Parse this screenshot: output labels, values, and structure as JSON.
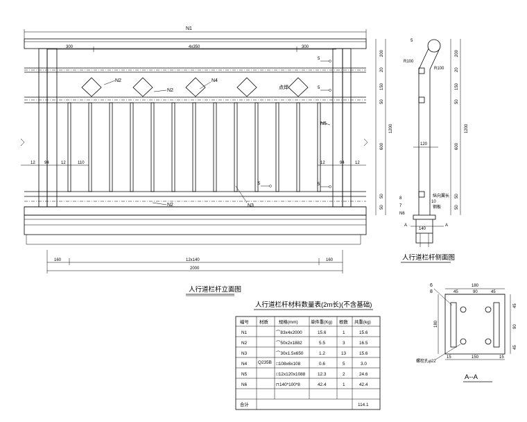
{
  "front_view": {
    "title": "人行道栏杆立面图",
    "top_label": "N1",
    "dims_top": [
      "300",
      "4x350",
      "300"
    ],
    "dims_bottom": [
      "160",
      "12x140",
      "160"
    ],
    "total_length": "2000",
    "right_dims": [
      "200",
      "20",
      "150",
      "50",
      "1200",
      "600",
      "50",
      "50"
    ],
    "left_dims": [
      "12",
      "94",
      "12",
      "110"
    ],
    "right_inner_dims": [
      "12",
      "94",
      "12"
    ],
    "callouts": [
      "N2",
      "N2",
      "N4",
      "N2",
      "N3",
      "N5",
      "5",
      "5",
      "5",
      "5",
      "5"
    ],
    "weld_label": "点焊"
  },
  "side_view": {
    "title": "人行道栏杆侧面图",
    "radius_labels": [
      "R100",
      "R100"
    ],
    "dims": [
      "200",
      "20",
      "150",
      "50",
      "1200",
      "600",
      "50",
      "50",
      "120",
      "140"
    ],
    "labels": [
      "纵向翼长",
      "钢板"
    ],
    "numbers": [
      "5",
      "8",
      "7",
      "N6",
      "10",
      "A",
      "A"
    ]
  },
  "section_view": {
    "title": "A--A",
    "top_dims": [
      "180",
      "45",
      "90",
      "45"
    ],
    "side_dims": [
      "45",
      "90",
      "45"
    ],
    "left_dim": "180",
    "bottom_dims": [
      "15",
      "150",
      "15"
    ],
    "labels": [
      "6",
      "8"
    ],
    "bolt_label": "螺栓孔φ22"
  },
  "table": {
    "title": "人行道栏杆材料数量表(2m长)(不含基础)",
    "headers": [
      "编号",
      "材质",
      "规格(mm)",
      "单件重(Kg)",
      "根数",
      "共重(kg)"
    ],
    "material": "Q235B",
    "rows": [
      {
        "id": "N1",
        "spec": "⌒83x4x2000",
        "unit": "15.6",
        "count": "1",
        "total": "15.6"
      },
      {
        "id": "N2",
        "spec": "⌒50x2x1882",
        "unit": "5.5",
        "count": "3",
        "total": "16.5"
      },
      {
        "id": "N3",
        "spec": "⌒30x1.5x650",
        "unit": "1.2",
        "count": "13",
        "total": "15.6"
      },
      {
        "id": "N4",
        "spec": "□108x6x108",
        "unit": "0.6",
        "count": "5",
        "total": "3.0"
      },
      {
        "id": "N5",
        "spec": "□12x120x1088",
        "unit": "12.3",
        "count": "2",
        "total": "24.6"
      },
      {
        "id": "N6",
        "spec": "⊓140*100*8",
        "unit": "42.4",
        "count": "1",
        "total": "42.4"
      }
    ],
    "sum_label": "合计",
    "sum_total": "114.1"
  }
}
